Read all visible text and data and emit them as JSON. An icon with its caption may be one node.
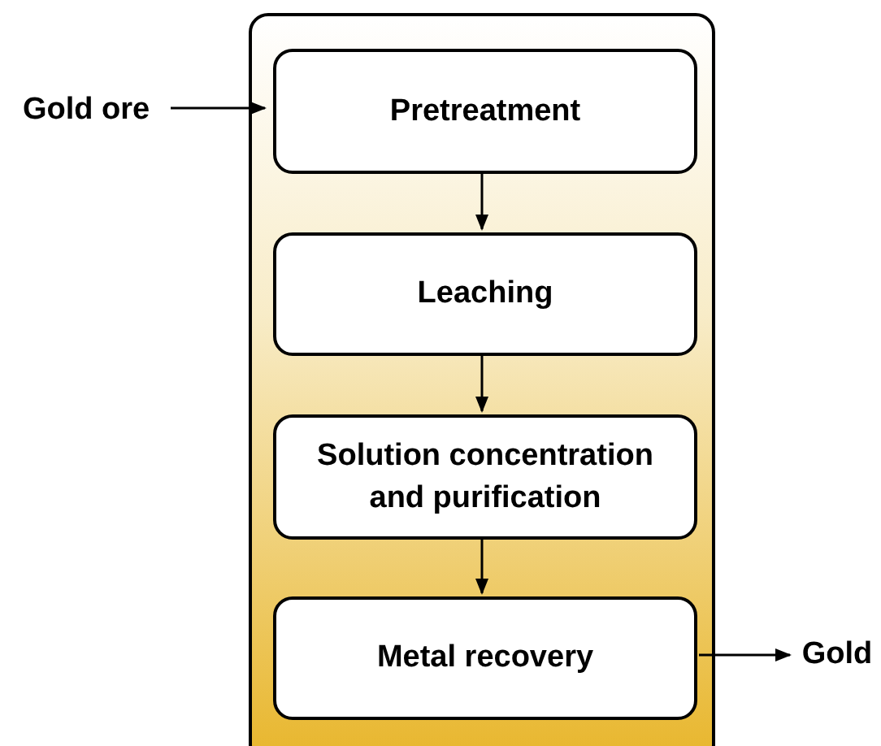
{
  "diagram": {
    "nodes": [
      {
        "text": [],
        "shape": "box"
      },
      {
        "text": [
          "Pretreatment"
        ],
        "in": 0
      },
      {
        "text": [
          "Leaching"
        ],
        "in": 0
      },
      {
        "text": [
          "Solution concentration and purification"
        ],
        "in": 0
      },
      {
        "text": [
          "Metal recovery"
        ],
        "in": 0
      },
      {
        "text": [
          "Gold ore"
        ]
      },
      {
        "text": [
          "Gold"
        ]
      }
    ],
    "edges": [
      {
        "from": 5,
        "to": 1,
        "arrow": "to"
      },
      {
        "from": 1,
        "to": 2,
        "arrow": "to"
      },
      {
        "from": 2,
        "to": 3,
        "arrow": "to"
      },
      {
        "from": 3,
        "to": 4,
        "arrow": "to"
      },
      {
        "from": 4,
        "to": 6,
        "arrow": "to"
      }
    ]
  }
}
